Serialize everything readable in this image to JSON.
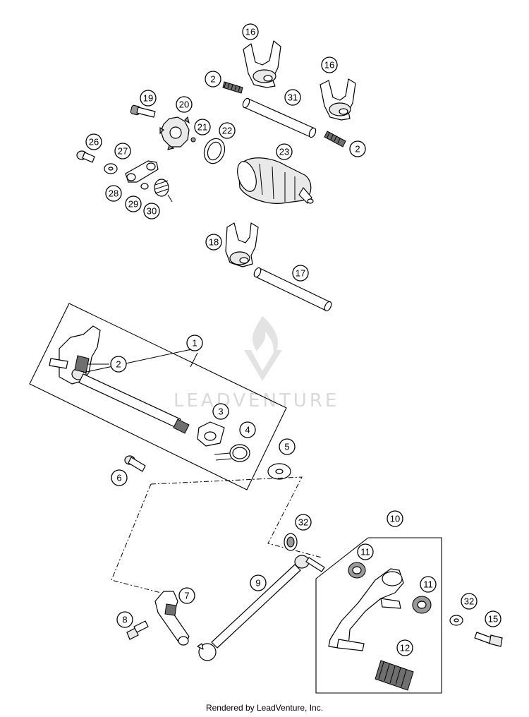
{
  "watermark": "LEADVENTURE",
  "footer": "Rendered by LeadVenture, Inc.",
  "callouts": {
    "c16a": "16",
    "c16b": "16",
    "c2a": "2",
    "c31": "31",
    "c2b": "2",
    "c19": "19",
    "c20": "20",
    "c21": "21",
    "c22": "22",
    "c23": "23",
    "c26": "26",
    "c27": "27",
    "c28": "28",
    "c29": "29",
    "c30": "30",
    "c18": "18",
    "c17": "17",
    "c1": "1",
    "c2c": "2",
    "c3": "3",
    "c4": "4",
    "c5": "5",
    "c6": "6",
    "c32a": "32",
    "c10": "10",
    "c11a": "11",
    "c9": "9",
    "c7": "7",
    "c11b": "11",
    "c32b": "32",
    "c15": "15",
    "c8": "8",
    "c12": "12"
  }
}
